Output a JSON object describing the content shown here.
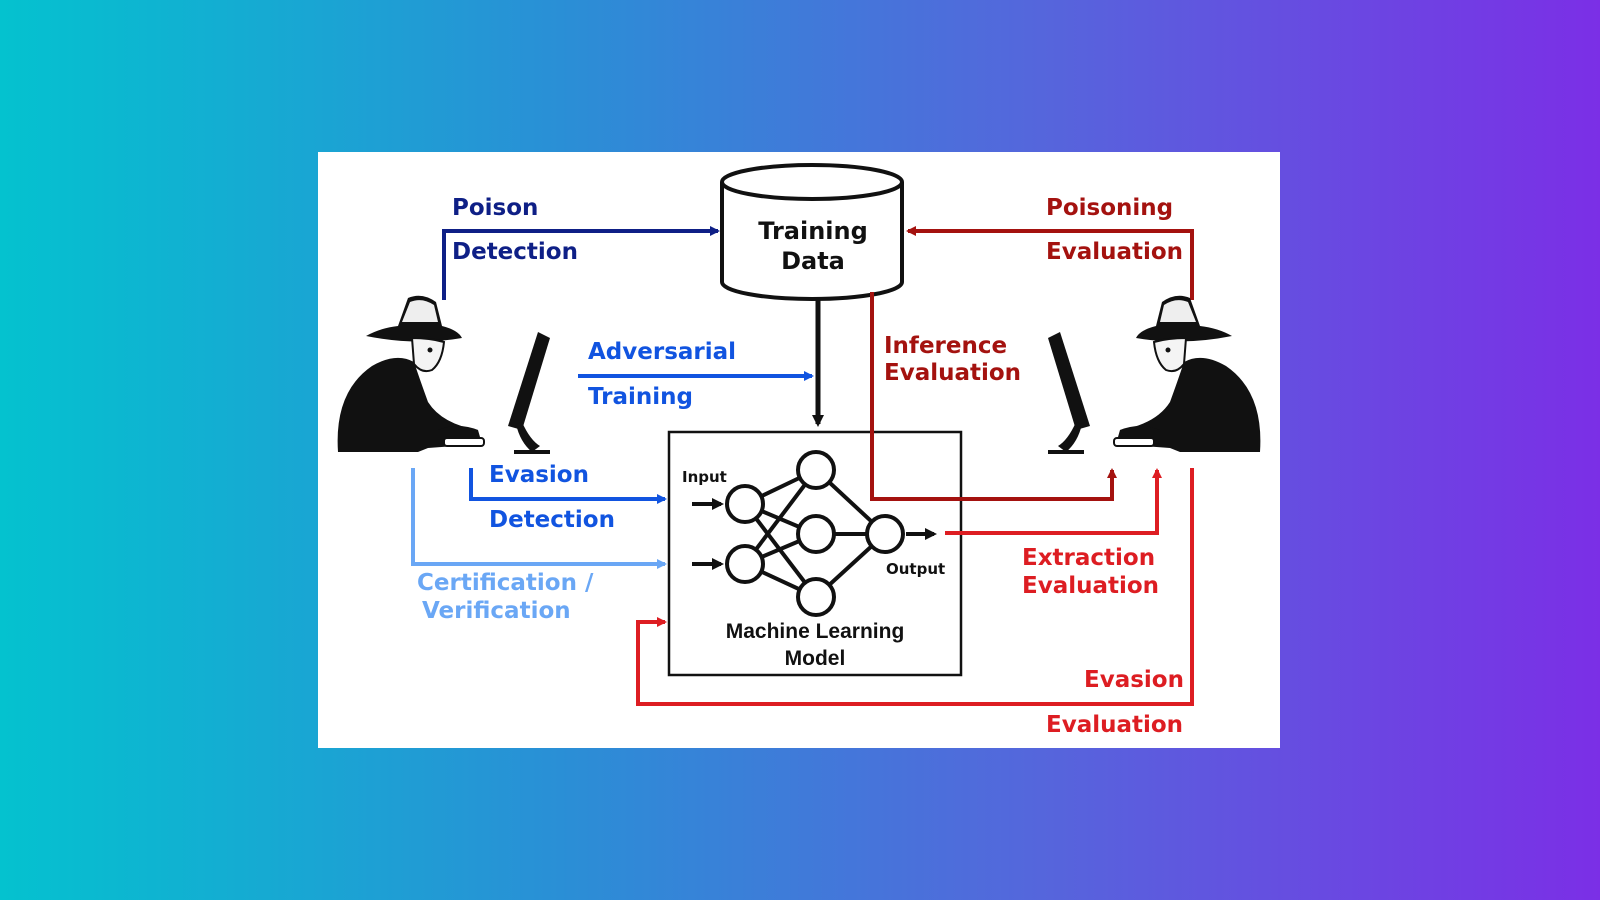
{
  "diagram": {
    "nodes": {
      "training_data": {
        "line1": "Training",
        "line2": "Data"
      },
      "model": {
        "line1": "Machine Learning",
        "line2": "Model",
        "input_label": "Input",
        "output_label": "Output"
      }
    },
    "edges": {
      "poison_detection": {
        "line1": "Poison",
        "line2": "Detection",
        "color": "#0e1f86"
      },
      "adversarial_training": {
        "line1": "Adversarial",
        "line2": "Training",
        "color": "#1154e0"
      },
      "evasion_detection": {
        "line1": "Evasion",
        "line2": "Detection",
        "color": "#1154e0"
      },
      "certification": {
        "line1": "Certification /",
        "line2": "Verification",
        "color": "#6aa7f5"
      },
      "poisoning_evaluation": {
        "line1": "Poisoning",
        "line2": "Evaluation",
        "color": "#a4120f"
      },
      "inference_evaluation": {
        "line1": "Inference",
        "line2": "Evaluation",
        "color": "#a4120f"
      },
      "extraction_evaluation": {
        "line1": "Extraction",
        "line2": "Evaluation",
        "color": "#dd1d22"
      },
      "evasion_evaluation": {
        "line1": "Evasion",
        "line2": "Evaluation",
        "color": "#dd1d22"
      }
    },
    "icons": [
      "defender-spy-at-computer-icon",
      "attacker-spy-at-computer-icon"
    ]
  }
}
